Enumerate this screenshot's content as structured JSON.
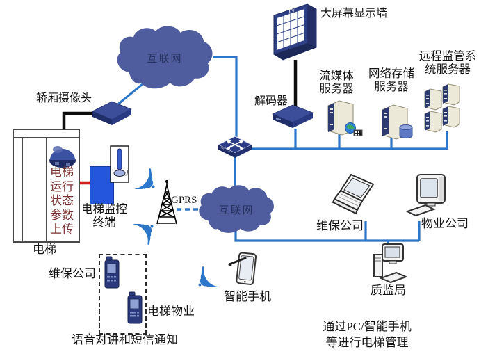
{
  "colors": {
    "cloud": "#4f5c9e",
    "line_blue": "#2b76c8",
    "device_navy": "#2e3e8c",
    "terminal_blue": "#2456dd",
    "cable_red": "#d02020",
    "status_text_red": "#7b3030",
    "server_beige": "#ece9d8"
  },
  "nodes": {
    "internet_top": {
      "label": "互联网"
    },
    "internet_bottom": {
      "label": "互联网"
    },
    "car_camera": {
      "label": "轿厢摄像头"
    },
    "screen_wall": {
      "label": "大屏幕显示墙",
      "badge": "TV"
    },
    "decoder": {
      "label": "解码器"
    },
    "media_server": {
      "line1": "流媒体",
      "line2": "服务器"
    },
    "storage_server": {
      "line1": "网络存储",
      "line2": "服务器"
    },
    "remote_server": {
      "line1": "远程监管系",
      "line2": "统服务器"
    },
    "switch": {
      "badge": "SWITCH"
    },
    "gprs_tower": {
      "label": "GPRS"
    },
    "elevator": {
      "label": "电梯",
      "status_lines": [
        "电梯",
        "运行",
        "状态",
        "参数",
        "上传"
      ]
    },
    "terminal": {
      "line1": "电梯监控",
      "line2": "终端"
    },
    "maintenance_pc": {
      "label": "维保公司"
    },
    "property_pc": {
      "label": "物业公司"
    },
    "bureau_pc": {
      "label": "质监局"
    },
    "smartphone": {
      "label": "智能手机"
    },
    "maintenance_phone": {
      "label": "维保公司"
    },
    "property_phone": {
      "label": "电梯物业"
    },
    "intercom_caption": {
      "label": "语音对讲和短信通知"
    },
    "manage_note": {
      "line1": "通过PC/智能手机",
      "line2": "等进行电梯管理"
    }
  }
}
